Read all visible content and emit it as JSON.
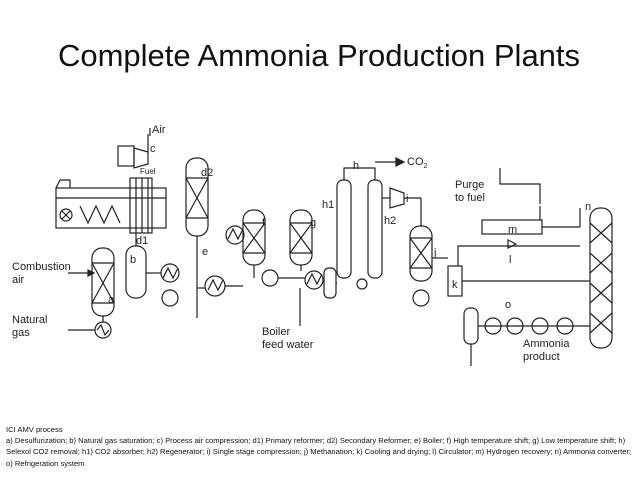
{
  "slide": {
    "title": "Complete Ammonia Production Plants"
  },
  "diagram": {
    "labels": {
      "air": "Air",
      "c": "c",
      "fuel": "Fuel",
      "d2": "d2",
      "d1": "d1",
      "h": "h",
      "co2": "CO",
      "co2_sub": "2",
      "purge": "Purge",
      "to_fuel": "to fuel",
      "n": "n",
      "f": "f",
      "g": "g",
      "h1": "h1",
      "h2": "h2",
      "i": "i",
      "m": "m",
      "l": "l",
      "j": "j",
      "k": "k",
      "o": "o",
      "e": "e",
      "b": "b",
      "a": "a",
      "combustion": "Combustion",
      "air2": "air",
      "natural": "Natural",
      "gas": "gas",
      "boiler": "Boiler",
      "feed_water": "feed water",
      "ammonia": "Ammonia",
      "product": "product"
    }
  },
  "caption": {
    "line1": "ICI AMV process",
    "line2": "a) Desulfurization; b) Natural gas saturation; c) Process air compression; d1) Primary reformer; d2) Secondary Reformer; e) Boiler; f) High temperature shift; g) Low temperature shift; h) Selexol CO2 removal; h1) CO2 absorber; h2) Regenerator; i) Single stage compression; j) Methanation; k) Cooling and drying; l) Circulator; m) Hydrogen recovery; n) Ammonia converter; o) Refrigeration system"
  }
}
